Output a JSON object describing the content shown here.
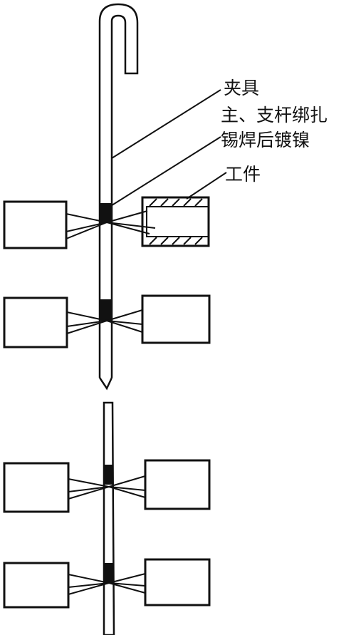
{
  "labels": {
    "fixture": "夹具",
    "binding_line1": "主、支杆绑扎",
    "binding_line2": "锡焊后镀镍",
    "workpiece": "工件"
  },
  "colors": {
    "line": "#111111",
    "background": "#ffffff"
  }
}
